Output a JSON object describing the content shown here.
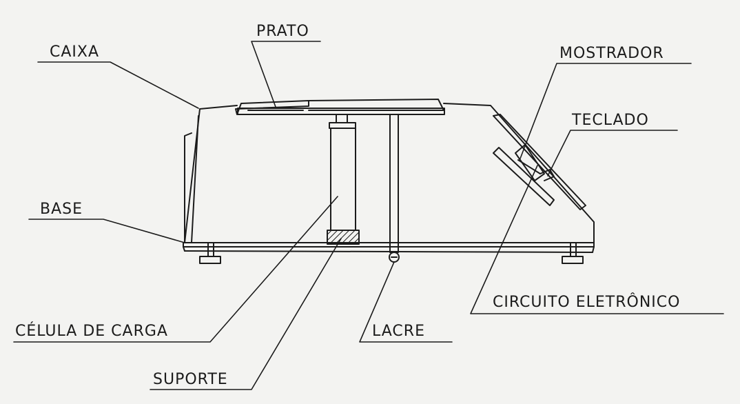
{
  "labels": {
    "prato": "PRATO",
    "caixa": "CAIXA",
    "mostrador": "MOSTRADOR",
    "teclado": "TECLADO",
    "base": "BASE",
    "circuito": "CIRCUITO ELETRÔNICO",
    "celula": "CÉLULA DE CARGA",
    "lacre": "LACRE",
    "suporte": "SUPORTE"
  },
  "colors": {
    "ink": "#1b1b1b",
    "paper": "#f3f3f1"
  }
}
